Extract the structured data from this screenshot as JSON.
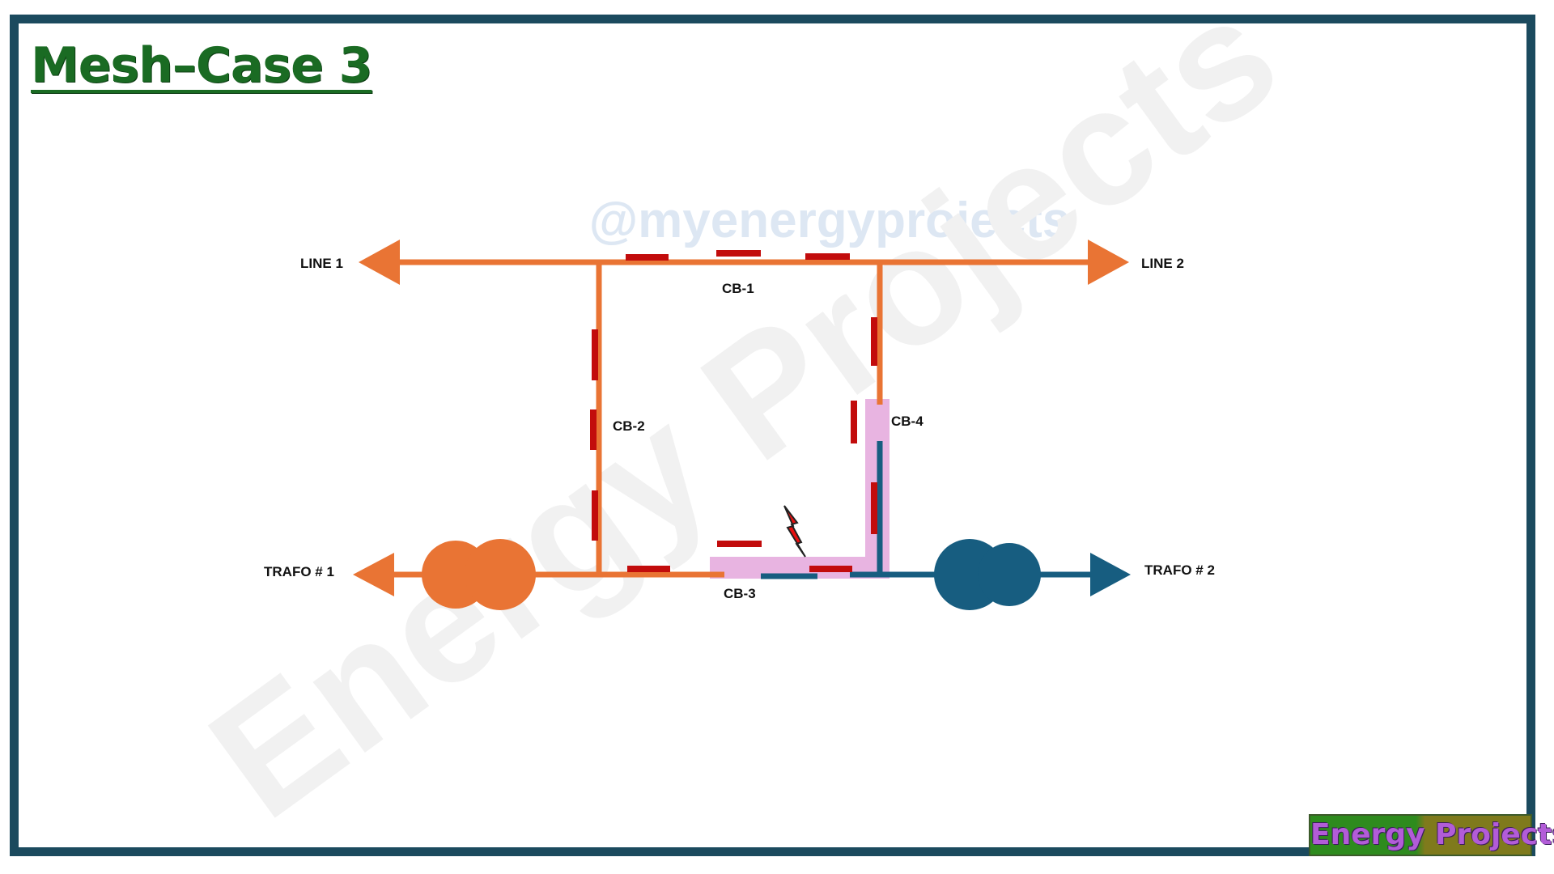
{
  "title": "Mesh–Case 3",
  "watermark_handle": "@myenergyprojects",
  "watermark_text": "Energy Projects",
  "brand": "Energy Projects",
  "labels": {
    "line1": "LINE 1",
    "line2": "LINE 2",
    "trafo1": "TRAFO # 1",
    "trafo2": "TRAFO # 2",
    "cb1": "CB-1",
    "cb2": "CB-2",
    "cb3": "CB-3",
    "cb4": "CB-4"
  },
  "colors": {
    "frame": "#1b4a5e",
    "orange_conductor": "#e97434",
    "blue_conductor": "#175d80",
    "breaker_red": "#c20c0c",
    "fault_zone": "#e8b4e1",
    "fault_bolt": "#e81010",
    "title_green": "#1a6b23"
  }
}
